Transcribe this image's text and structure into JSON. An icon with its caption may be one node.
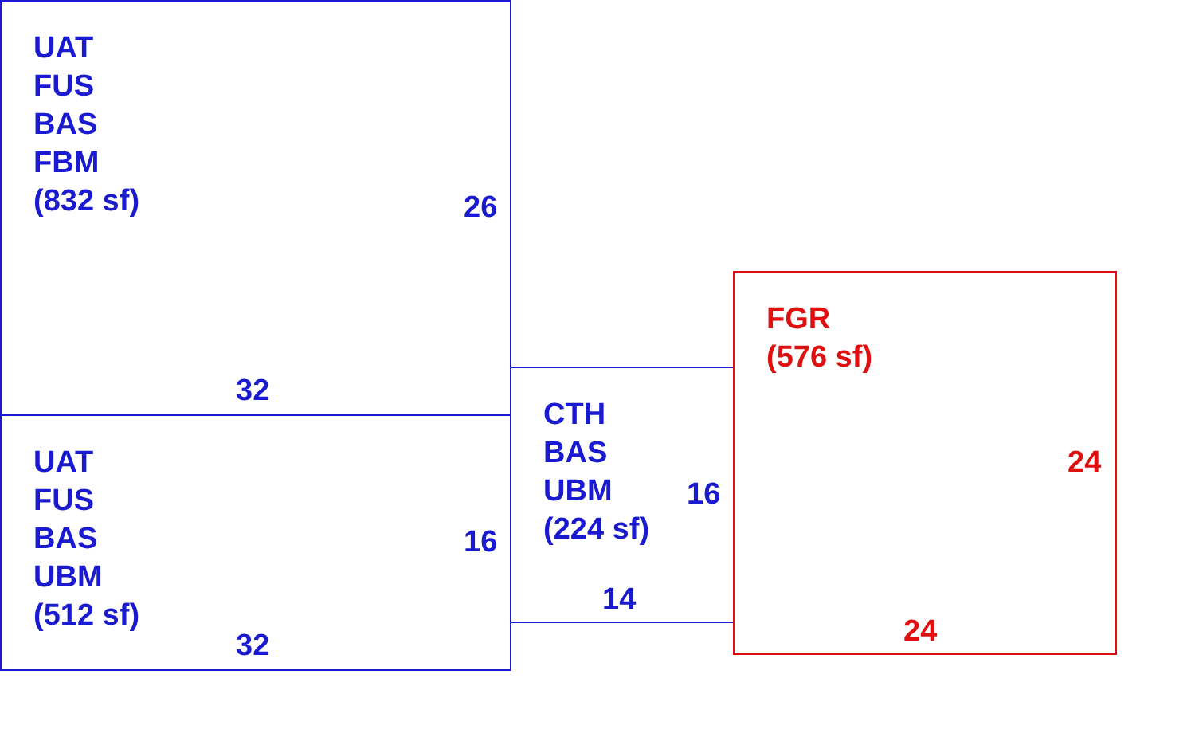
{
  "diagram": {
    "nodes": [
      {
        "text": [
          "UAT",
          "FUS",
          "BAS",
          "FBM",
          "(832 sf)",
          "26",
          "32"
        ]
      },
      {
        "text": [
          "UAT",
          "FUS",
          "BAS",
          "UBM",
          "(512 sf)",
          "16",
          "32"
        ]
      },
      {
        "text": [
          "CTH",
          "BAS",
          "UBM",
          "(224 sf)",
          "16",
          "14"
        ]
      },
      {
        "text": [
          "FGR",
          "(576 sf)",
          "24",
          "24"
        ]
      }
    ]
  }
}
